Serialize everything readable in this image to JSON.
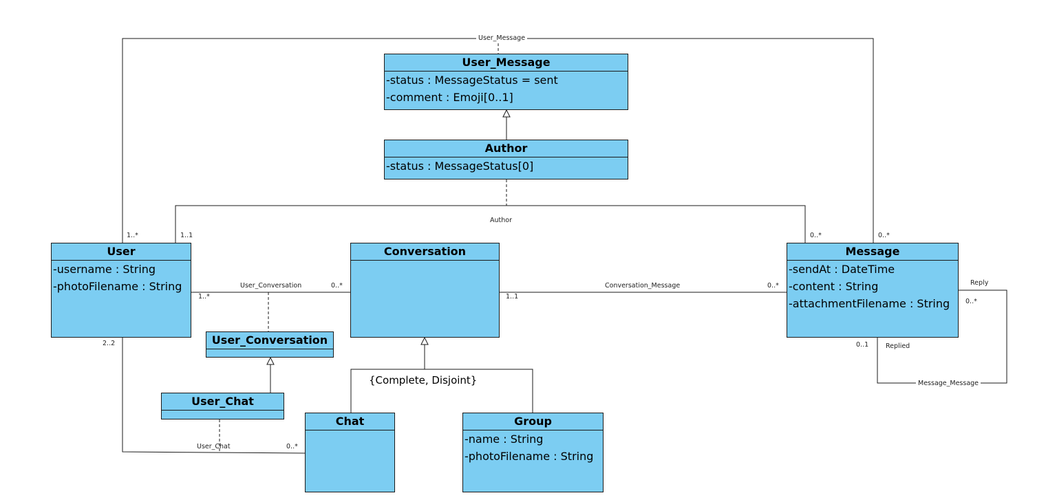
{
  "classes": {
    "user_message": {
      "name": "User_Message",
      "attributes": [
        "-status : MessageStatus = sent",
        "-comment : Emoji[0..1]"
      ]
    },
    "author": {
      "name": "Author",
      "attributes": [
        "-status : MessageStatus[0]"
      ]
    },
    "user": {
      "name": "User",
      "attributes": [
        "-username : String",
        "-photoFilename : String"
      ]
    },
    "conversation": {
      "name": "Conversation",
      "attributes": []
    },
    "message": {
      "name": "Message",
      "attributes": [
        "-sendAt : DateTime",
        "-content : String",
        "-attachmentFilename : String"
      ]
    },
    "user_conversation": {
      "name": "User_Conversation",
      "attributes": []
    },
    "user_chat": {
      "name": "User_Chat",
      "attributes": []
    },
    "chat": {
      "name": "Chat",
      "attributes": []
    },
    "group": {
      "name": "Group",
      "attributes": [
        "-name : String",
        "-photoFilename : String"
      ]
    }
  },
  "associations": {
    "user_message": {
      "label": "User_Message",
      "user_mult": "1..*",
      "message_mult": "0..*"
    },
    "author": {
      "label": "Author",
      "user_mult": "1..1",
      "message_mult": "0..*"
    },
    "user_conversation": {
      "label": "User_Conversation",
      "user_mult": "1..*",
      "conversation_mult": "0..*"
    },
    "conversation_message": {
      "label": "Conversation_Message",
      "conversation_mult": "1..1",
      "message_mult": "0..*"
    },
    "user_chat": {
      "label": "User_Chat",
      "user_mult": "2..2",
      "chat_mult": "0..*"
    },
    "message_message": {
      "label": "Message_Message",
      "reply_role": "Reply",
      "reply_mult": "0..*",
      "replied_role": "Replied",
      "replied_mult": "0..1"
    }
  },
  "generalization_constraint": "{Complete, Disjoint}",
  "colors": {
    "class_fill": "#7ccdf2",
    "line": "#1a1a1a"
  }
}
